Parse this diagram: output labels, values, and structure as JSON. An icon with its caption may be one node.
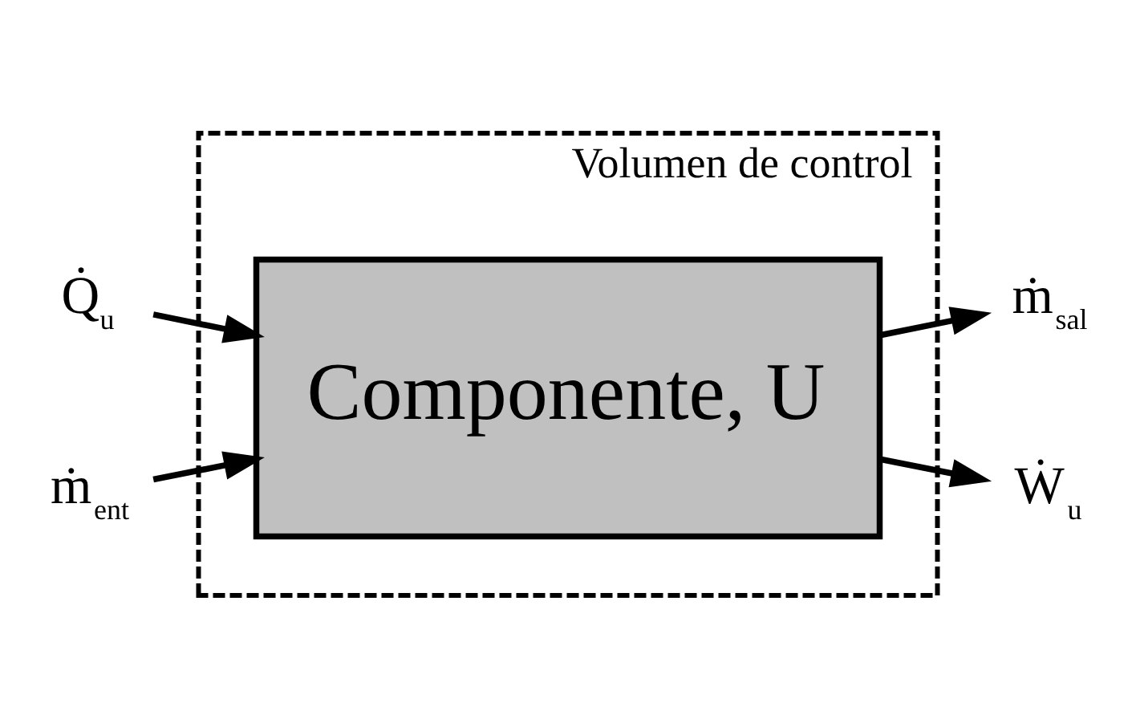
{
  "diagram": {
    "nodes": [
      {
        "text": [
          "Q̇$_{u}$"
        ]
      },
      {
        "text": [
          "Volumen de control"
        ]
      },
      {
        "text": [
          "ṁ$_{ent}$"
        ]
      },
      {
        "text": [
          "Componente, U"
        ],
        "in": 1
      },
      {
        "text": [
          "ṁ$_{sal}$"
        ]
      },
      {
        "text": [
          "Ẇ$_{u}$"
        ]
      }
    ],
    "edges": [
      {
        "from": 0,
        "to": 3,
        "arrow": "to"
      },
      {
        "from": 2,
        "to": 3,
        "arrow": "to"
      },
      {
        "from": 3,
        "to": 4,
        "arrow": "to"
      },
      {
        "from": 3,
        "to": 5,
        "arrow": "to"
      }
    ]
  }
}
